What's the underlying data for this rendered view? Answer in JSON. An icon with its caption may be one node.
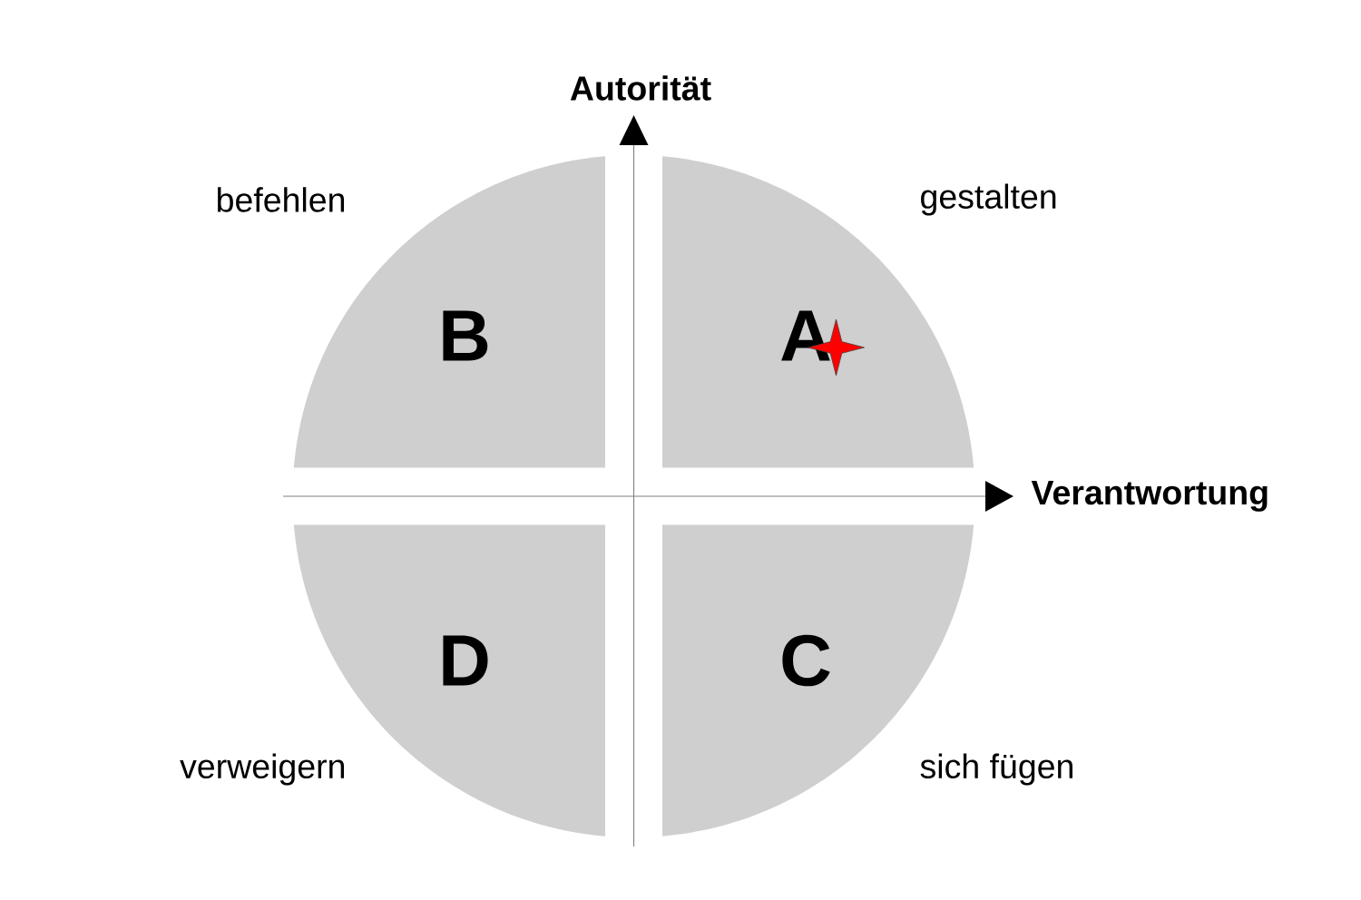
{
  "diagram": {
    "nodes": [
      {
        "text": [
          "B"
        ],
        "beside": [
          "befehlen"
        ]
      },
      {
        "text": [
          "A"
        ],
        "beside": [
          "gestalten"
        ]
      },
      {
        "text": [
          "D"
        ],
        "beside": [
          "verweigern"
        ]
      },
      {
        "text": [
          "C"
        ],
        "beside": [
          "sich fügen"
        ]
      }
    ],
    "labels": [
      "Autorität",
      "Verantwortung"
    ]
  }
}
